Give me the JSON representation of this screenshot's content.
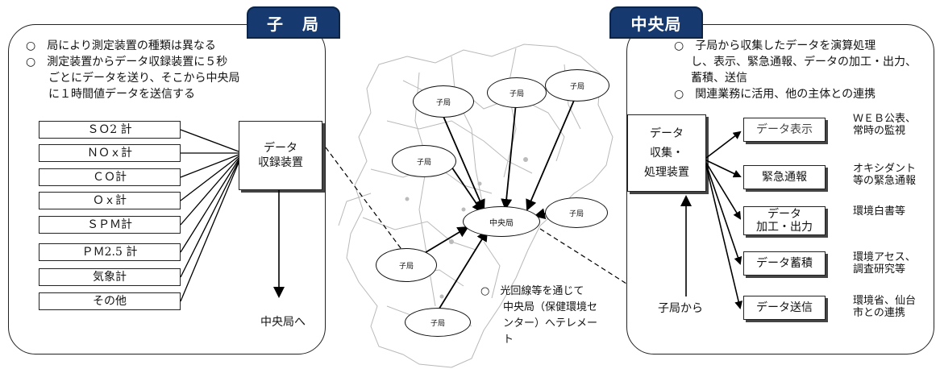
{
  "left": {
    "tab": "子　局",
    "note1": "○　局により測定装置の種類は異なる",
    "note2_lines": [
      "○　測定装置からデータ収録装置に５秒",
      "ごとにデータを送り、そこから中央局",
      "に１時間値データを送信する"
    ],
    "instruments": [
      "ＳＯ2 計",
      "ＮＯｘ計",
      "ＣＯ計",
      "Ｏｘ計",
      "ＳＰＭ計",
      "ＰＭ2.5 計",
      "気象計",
      "その他"
    ],
    "recorder_lines": [
      "データ",
      "収録装置"
    ],
    "to_central": "中央局へ"
  },
  "map": {
    "stations": [
      "子局",
      "子局",
      "子局",
      "子局",
      "子局",
      "子局",
      "子局"
    ],
    "center": "中央局",
    "note_lines": [
      "○　光回線等を通じて",
      "中央局（保健環境セ",
      "ンター）へテレメー",
      "ト"
    ]
  },
  "right": {
    "tab": "中央局",
    "note1_lines": [
      "○　子局から収集したデータを演算処理",
      "し、表示、緊急通報、データの加工・出力、",
      "蓄積、送信"
    ],
    "note2": "○　関連業務に活用、他の主体との連携",
    "processor_lines": [
      "データ",
      "収集・",
      "処理装置"
    ],
    "from_stations": "子局から",
    "outputs": [
      {
        "box_lines": [
          "データ表示"
        ],
        "use_lines": [
          "ＷＥＢ公表、",
          "常時の監視"
        ]
      },
      {
        "box_lines": [
          "緊急通報"
        ],
        "use_lines": [
          "オキシダント",
          "等の緊急通報"
        ]
      },
      {
        "box_lines": [
          "データ",
          "加工・出力"
        ],
        "use_lines": [
          "環境白書等"
        ]
      },
      {
        "box_lines": [
          "データ蓄積"
        ],
        "use_lines": [
          "環境アセス、",
          "調査研究等"
        ]
      },
      {
        "box_lines": [
          "データ送信"
        ],
        "use_lines": [
          "環境省、仙台",
          "市との連携"
        ]
      }
    ]
  }
}
